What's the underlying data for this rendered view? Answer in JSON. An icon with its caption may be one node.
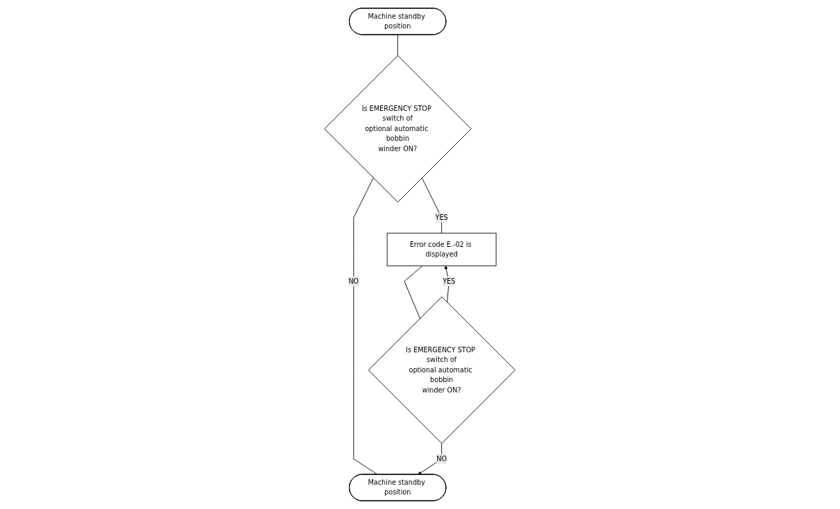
{
  "diagram": {
    "nodes": [
      {
        "text": [
          "Machine standby position"
        ]
      },
      {
        "text": [
          "Is EMERGENCY STOP switch of optional automatic bobbin winder ON?"
        ]
      },
      {
        "text": [
          "Error code E.-02 is displayed"
        ]
      },
      {
        "text": [
          "Is EMERGENCY STOP switch of optional automatic bobbin winder ON?"
        ]
      },
      {
        "text": [
          "Machine standby position"
        ]
      }
    ],
    "edges": [
      {
        "from": 0,
        "to": 1,
        "arrow": "none"
      },
      {
        "from": 1,
        "to": 2,
        "arrow": "none",
        "label": "YES"
      },
      {
        "from": 2,
        "to": 3,
        "arrow": "none"
      },
      {
        "from": 3,
        "to": 2,
        "arrow": "to",
        "label": "YES"
      },
      {
        "from": 1,
        "to": 4,
        "arrow": "none",
        "label": "NO"
      },
      {
        "from": 3,
        "to": 4,
        "arrow": "to",
        "label": "NO"
      }
    ]
  }
}
